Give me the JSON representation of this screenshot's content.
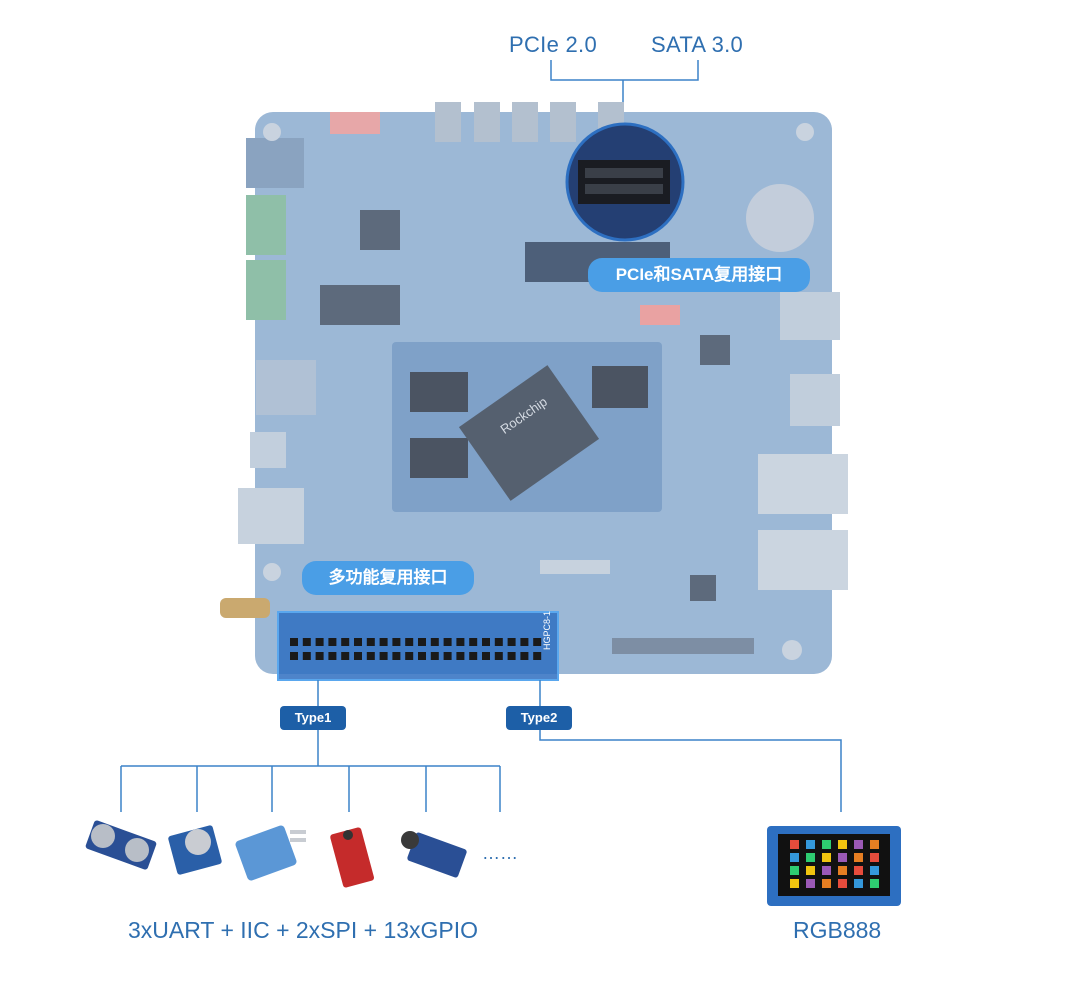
{
  "interfaces": {
    "pcie": "PCIe 2.0",
    "sata": "SATA 3.0"
  },
  "callouts": {
    "pcie_sata_mux": "PCIe和SATA复用接口",
    "multi_function": "多功能复用接口"
  },
  "header_tags": {
    "type1": "Type1",
    "type2": "Type2"
  },
  "header_label": "HGPC8-1",
  "board_chip_brand": "Rockchip",
  "modules_ellipsis": "……",
  "bottom_labels": {
    "type1_summary": "3xUART + IIC + 2xSPI + 13xGPIO",
    "type2_summary": "RGB888"
  },
  "colors": {
    "board": "#9cb8d6",
    "board_dark": "#7e9cc0",
    "line": "#3b82c8",
    "label": "#2f6fb0",
    "bubble": "#4a9ee6",
    "tag": "#1d5fa7"
  },
  "icons": [
    "ultrasonic-sensor-icon",
    "gas-sensor-icon",
    "humidity-sensor-icon",
    "flame-sensor-icon",
    "sound-sensor-icon",
    "lcd-display-icon"
  ]
}
